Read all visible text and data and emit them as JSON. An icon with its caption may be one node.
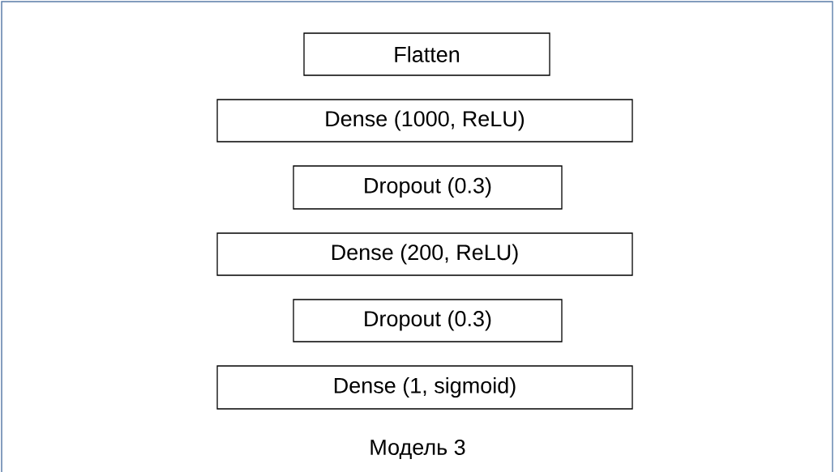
{
  "diagram": {
    "caption": "Модель 3",
    "nodes": [
      {
        "text": [
          "Flatten"
        ]
      },
      {
        "text": [
          "Dense (1000, ReLU)"
        ]
      },
      {
        "text": [
          "Dropout (0.3)"
        ]
      },
      {
        "text": [
          "Dense (200, ReLU)"
        ]
      },
      {
        "text": [
          "Dropout (0.3)"
        ]
      },
      {
        "text": [
          "Dense (1, sigmoid)"
        ]
      }
    ]
  }
}
